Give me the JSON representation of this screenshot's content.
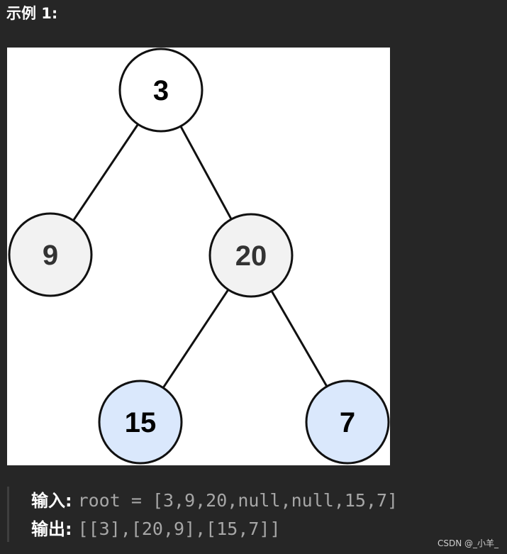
{
  "heading": "示例 1:",
  "tree": {
    "nodes": [
      {
        "id": "3",
        "label": "3",
        "fill": "#ffffff"
      },
      {
        "id": "9",
        "label": "9",
        "fill": "#f2f2f2"
      },
      {
        "id": "20",
        "label": "20",
        "fill": "#f2f2f2"
      },
      {
        "id": "15",
        "label": "15",
        "fill": "#dae8fc"
      },
      {
        "id": "7",
        "label": "7",
        "fill": "#dae8fc"
      }
    ],
    "edges": [
      {
        "from": "3",
        "to": "9"
      },
      {
        "from": "3",
        "to": "20"
      },
      {
        "from": "20",
        "to": "15"
      },
      {
        "from": "20",
        "to": "7"
      }
    ],
    "stroke_color": "#111111",
    "label_color_dark": "#000000",
    "label_color_gray": "#333333"
  },
  "example": {
    "input_label": "输入:",
    "input_value": "root = [3,9,20,null,null,15,7]",
    "output_label": "输出:",
    "output_value": "[[3],[20,9],[15,7]]"
  },
  "watermark": "CSDN @_小羊_"
}
